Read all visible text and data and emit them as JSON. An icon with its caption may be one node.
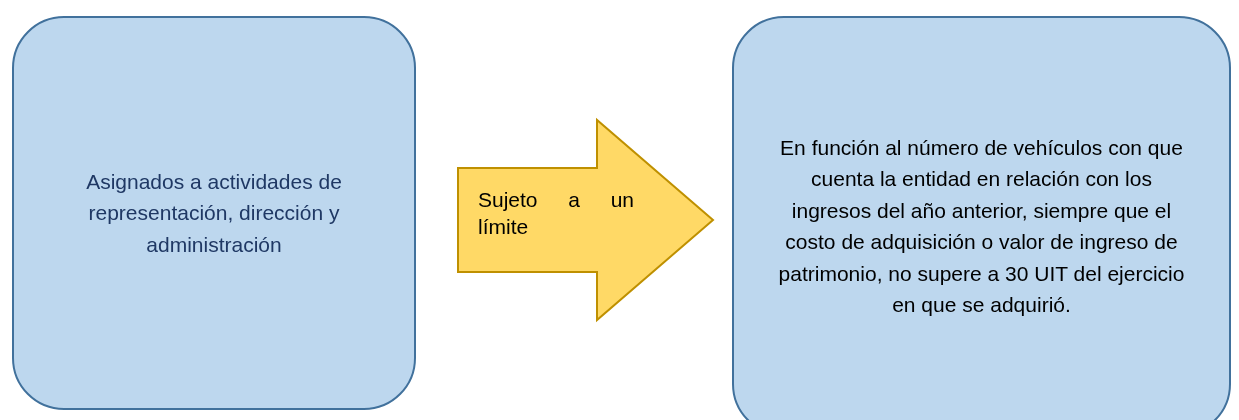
{
  "diagram": {
    "nodes": [
      {
        "text": [
          "Asignados a actividades de representación, dirección y administración"
        ]
      },
      {
        "text": [
          "En función al número de vehículos con que cuenta la entidad en relación con los ingresos del año anterior, siempre que el costo de adquisición o valor de ingreso de patrimonio, no supere a 30 UIT del ejercicio en que se adquirió."
        ]
      }
    ],
    "edges": [
      {
        "from": 0,
        "to": 1,
        "arrow": "to",
        "style": "thick",
        "label": "Sujeto a un límite"
      }
    ]
  }
}
